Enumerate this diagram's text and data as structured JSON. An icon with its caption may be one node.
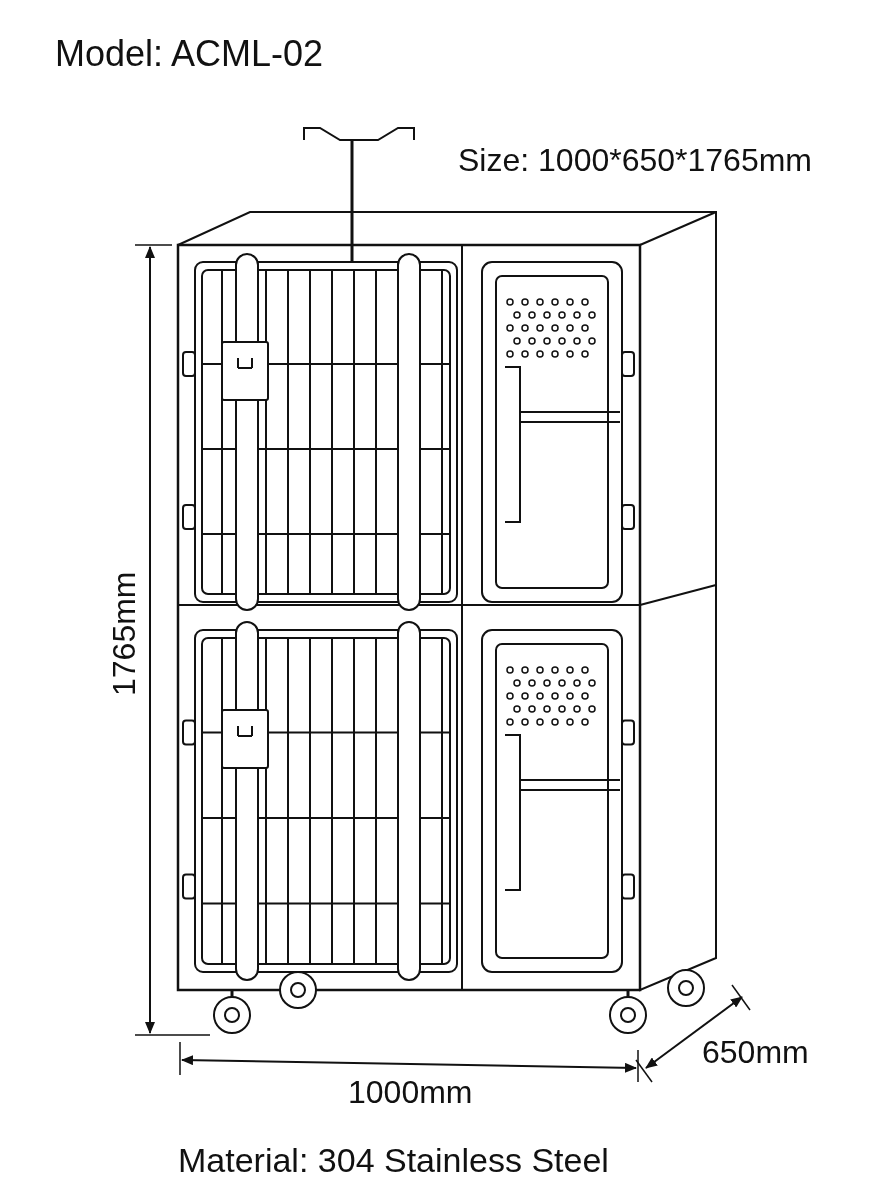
{
  "diagram": {
    "title": "Model: ACML-02",
    "caption": "Material: 304 Stainless Steel",
    "labels": [
      "Size: 1000*650*1765mm",
      "1765mm",
      "1000mm",
      "650mm"
    ]
  }
}
